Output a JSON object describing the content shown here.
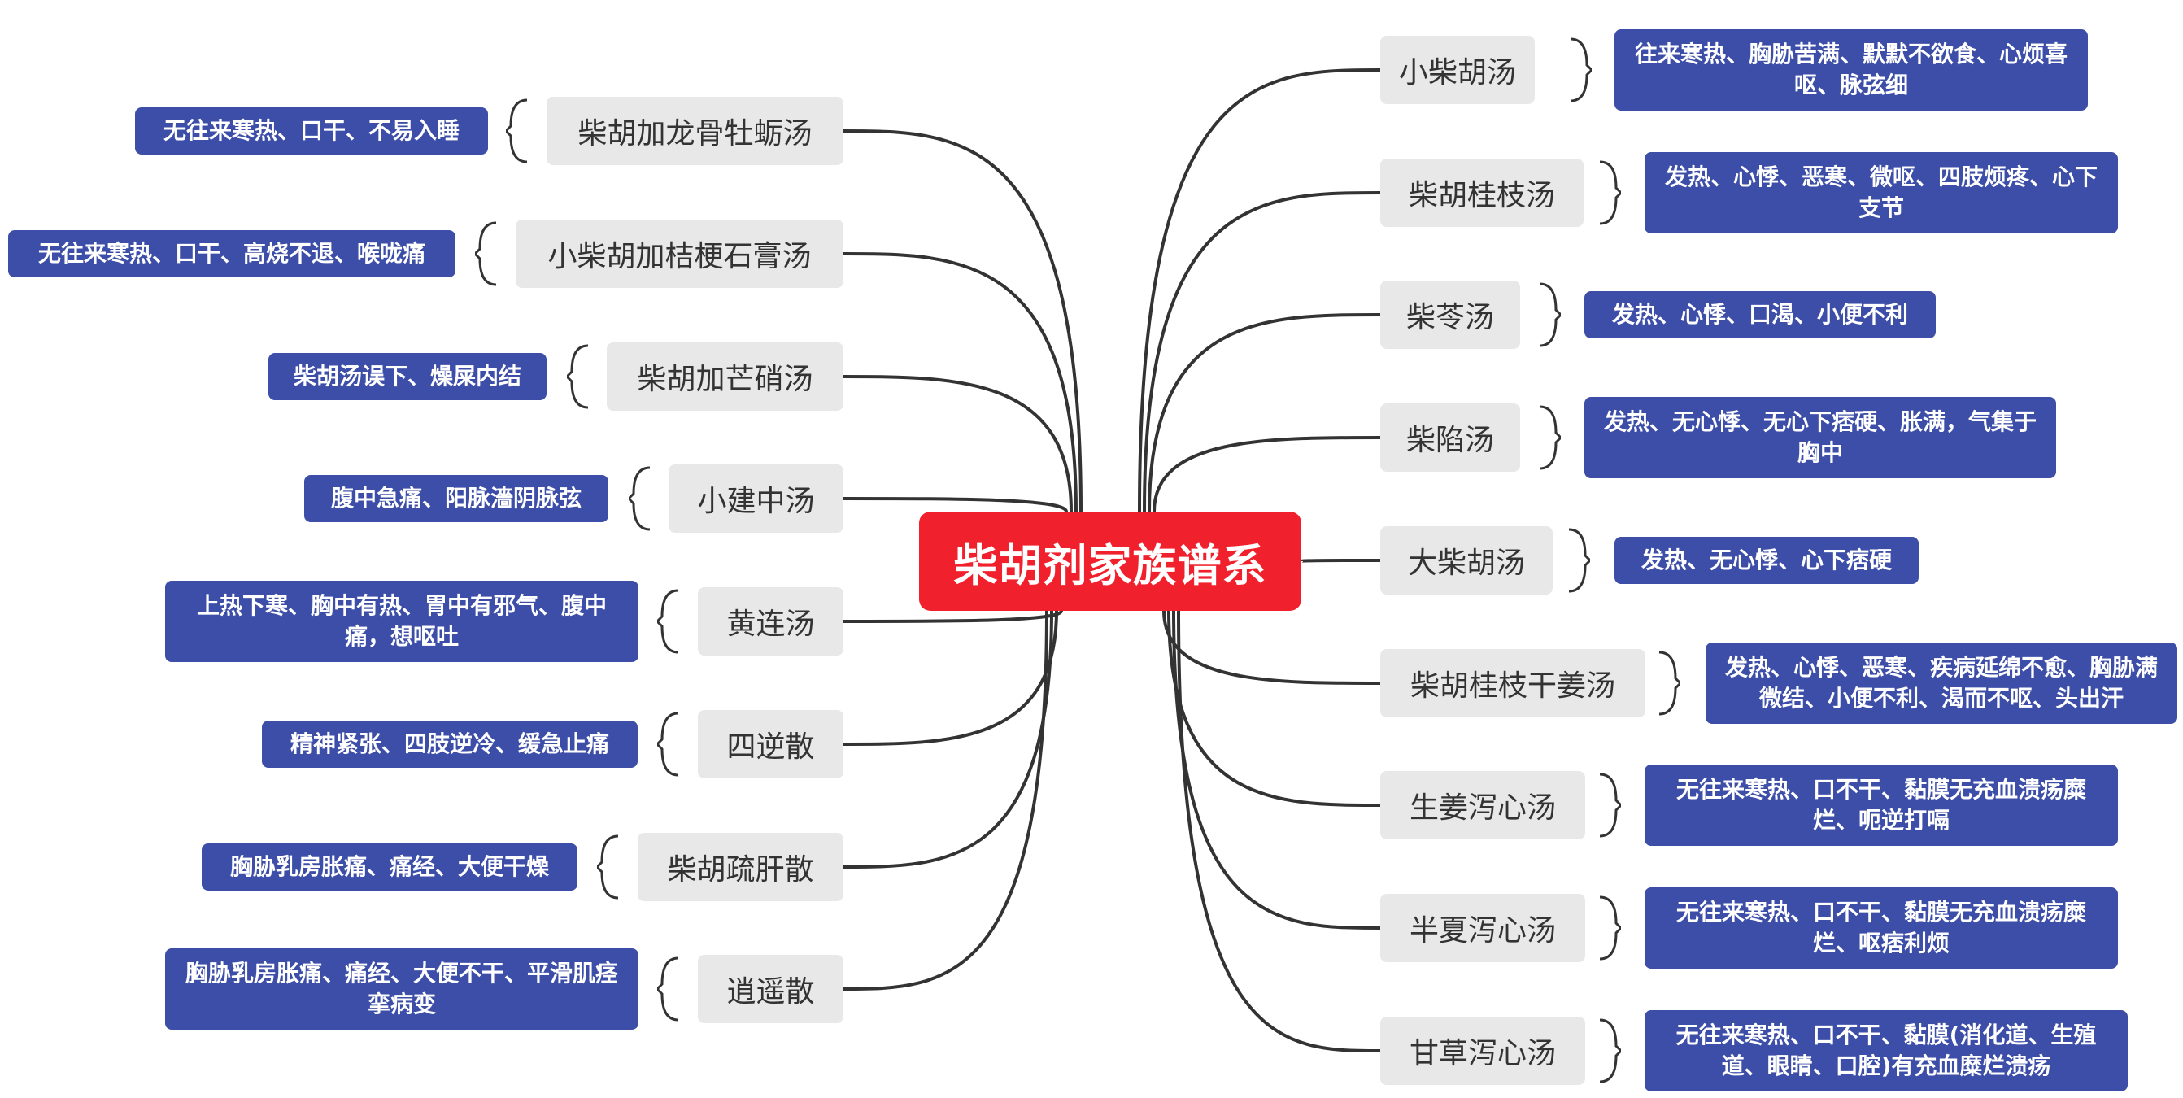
{
  "title": "柴胡剂家族谱系",
  "colors": {
    "root": "#f0212d",
    "branch_bg": "#e8e8e8",
    "leaf_bg": "#3d4ea8",
    "line": "#333333"
  },
  "right": [
    {
      "name": "小柴胡汤",
      "desc": "往来寒热、胸胁苦满、默默不欲食、心烦喜呕、脉弦细"
    },
    {
      "name": "柴胡桂枝汤",
      "desc": "发热、心悸、恶寒、微呕、四肢烦疼、心下支节"
    },
    {
      "name": "柴苓汤",
      "desc": "发热、心悸、口渴、小便不利"
    },
    {
      "name": "柴陷汤",
      "desc": "发热、无心悸、无心下痞硬、胀满，气集于胸中"
    },
    {
      "name": "大柴胡汤",
      "desc": "发热、无心悸、心下痞硬"
    },
    {
      "name": "柴胡桂枝干姜汤",
      "desc": "发热、心悸、恶寒、疾病延绵不愈、胸胁满微结、小便不利、渴而不呕、头出汗"
    },
    {
      "name": "生姜泻心汤",
      "desc": "无往来寒热、口不干、黏膜无充血溃疡糜烂、呃逆打嗝"
    },
    {
      "name": "半夏泻心汤",
      "desc": "无往来寒热、口不干、黏膜无充血溃疡糜烂、呕痞利烦"
    },
    {
      "name": "甘草泻心汤",
      "desc": "无往来寒热、口不干、黏膜(消化道、生殖道、眼睛、口腔)有充血糜烂溃疡"
    }
  ],
  "left": [
    {
      "name": "柴胡加龙骨牡蛎汤",
      "desc": "无往来寒热、口干、不易入睡"
    },
    {
      "name": "小柴胡加桔梗石膏汤",
      "desc": "无往来寒热、口干、高烧不退、喉咙痛"
    },
    {
      "name": "柴胡加芒硝汤",
      "desc": "柴胡汤误下、燥屎内结"
    },
    {
      "name": "小建中汤",
      "desc": "腹中急痛、阳脉濇阴脉弦"
    },
    {
      "name": "黄连汤",
      "desc": "上热下寒、胸中有热、胃中有邪气、腹中痛，想呕吐"
    },
    {
      "name": "四逆散",
      "desc": "精神紧张、四肢逆冷、缓急止痛"
    },
    {
      "name": "柴胡疏肝散",
      "desc": "胸胁乳房胀痛、痛经、大便干燥"
    },
    {
      "name": "逍遥散",
      "desc": "胸胁乳房胀痛、痛经、大便不干、平滑肌痉挛病变"
    }
  ]
}
